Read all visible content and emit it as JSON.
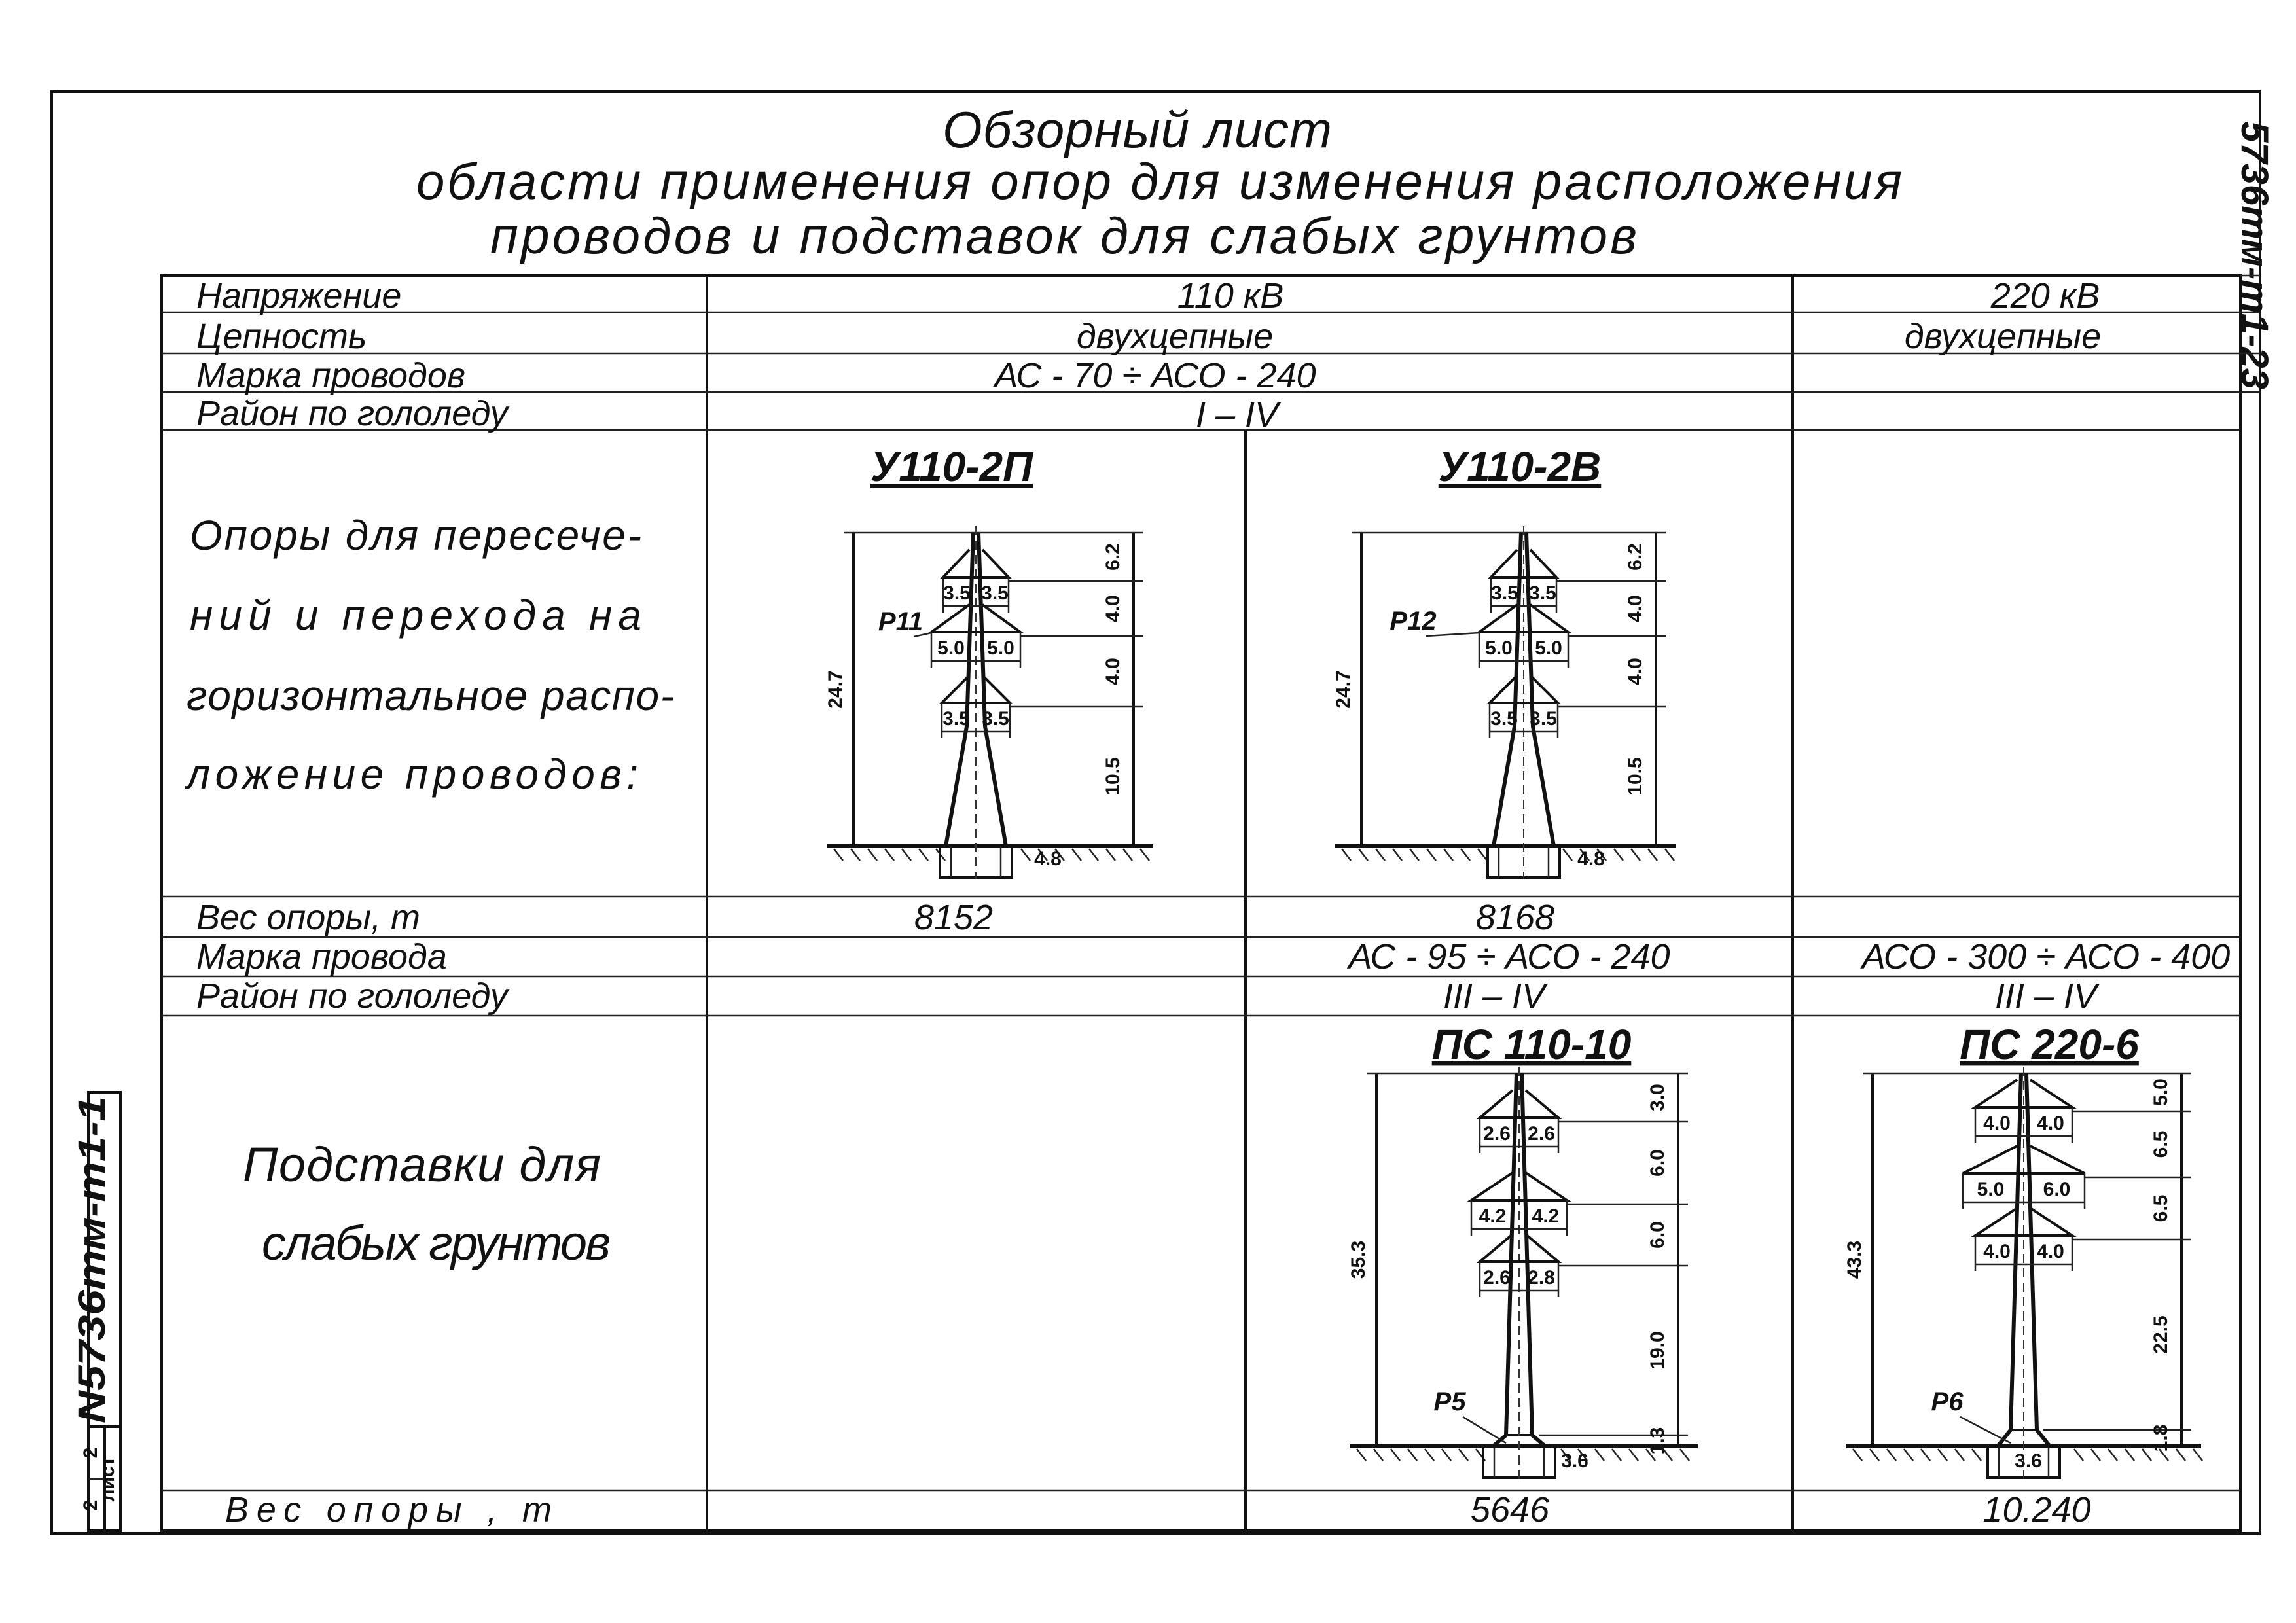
{
  "title": {
    "line1": "Обзорный   лист",
    "line2": "области   применения   опор  для  изменения  расположения",
    "line3": "проводов   и   подставок   для   слабых   грунтов"
  },
  "stamp_right": "5736тм-т1-23",
  "stamp_left": {
    "code": "N5736тм-т1-1",
    "sheet_label": "лист",
    "cells": [
      "2",
      "2"
    ]
  },
  "table": {
    "row_labels": {
      "voltage": "Напряжение",
      "circuits": "Цепность",
      "wire_brand": "Марка проводов",
      "ice_region": "Район   по   гололеду"
    },
    "v110": {
      "voltage": "110 кВ",
      "circuits": "двухцепные",
      "wires": "АС - 70   ÷   АСО - 240",
      "ice": "I – IV"
    },
    "v220": {
      "voltage": "220 кВ",
      "circuits": "двухцепные"
    },
    "crossing": {
      "description": [
        "Опоры   для   пересече-",
        "ний    и    перехода   на",
        "горизонтальное   распо-",
        "ложение    проводов:"
      ],
      "weight_label": "Вес   опоры,   т"
    },
    "lower": {
      "wire_label": "Марка   провода",
      "ice_label": "Район   по   гололеду",
      "wires_110": "АС - 95  ÷  АСО - 240",
      "wires_220": "АСО - 300  ÷  АСО - 400",
      "ice_110": "III – IV",
      "ice_220": "III – IV",
      "description": [
        "Подставки   для",
        "слабых   грунтов"
      ],
      "weight_label": "Вес    опоры  ,  т"
    }
  },
  "towers": [
    {
      "name": "У110-2П",
      "weight": "8152",
      "marker": "Р11",
      "height": "24.7",
      "foundation": "4.8",
      "arms": [
        [
          "3.5",
          "3.5"
        ],
        [
          "5.0",
          "5.0"
        ],
        [
          "3.5",
          "3.5"
        ]
      ],
      "dims": [
        "6.2",
        "4.0",
        "4.0",
        "10.5"
      ]
    },
    {
      "name": "У110-2В",
      "weight": "8168",
      "marker": "Р12",
      "height": "24.7",
      "foundation": "4.8",
      "arms": [
        [
          "3.5",
          "3.5"
        ],
        [
          "5.0",
          "5.0"
        ],
        [
          "3.5",
          "3.5"
        ]
      ],
      "dims": [
        "6.2",
        "4.0",
        "4.0",
        "10.5"
      ]
    },
    {
      "name": "ПС 110-10",
      "weight": "5646",
      "marker": "Р5",
      "height": "35.3",
      "foundation": "3.6",
      "arms": [
        [
          "2.6",
          "2.6"
        ],
        [
          "4.2",
          "4.2"
        ],
        [
          "2.6",
          "2.8"
        ]
      ],
      "dims": [
        "3.0",
        "6.0",
        "6.0",
        "19.0",
        "1.3"
      ]
    },
    {
      "name": "ПС 220-6",
      "weight": "10.240",
      "marker": "Р6",
      "height": "43.3",
      "foundation": "3.6",
      "arms": [
        [
          "4.0",
          "4.0"
        ],
        [
          "5.0",
          "6.0"
        ],
        [
          "4.0",
          "4.0"
        ]
      ],
      "dims": [
        "5.0",
        "6.5",
        "6.5",
        "22.5",
        "1.8"
      ]
    }
  ]
}
